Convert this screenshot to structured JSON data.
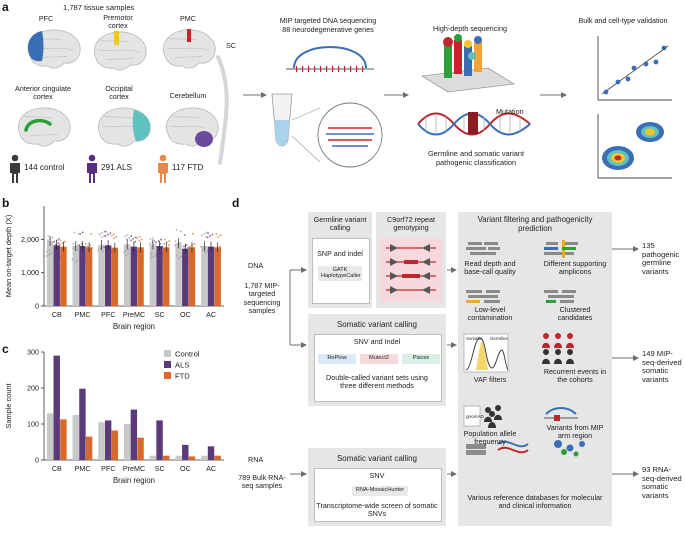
{
  "panels": {
    "a": "a",
    "b": "b",
    "c": "c",
    "d": "d"
  },
  "panel_a": {
    "tissue_samples": "1,787 tissue samples",
    "regions": {
      "pfc": "PFC",
      "premotor": "Premotor cortex",
      "pmc": "PMC",
      "sc": "SC",
      "acc": "Anterior cingulate cortex",
      "oc": "Occipital cortex",
      "cb": "Cerebellum"
    },
    "groups": [
      {
        "label": "144 control",
        "color": "#3a3a3a"
      },
      {
        "label": "291 ALS",
        "color": "#5b2d82"
      },
      {
        "label": "117 FTD",
        "color": "#e8894a"
      }
    ],
    "mip_title": "MIP targeted DNA sequencing",
    "mip_subtitle": "88 neurodegenerative genes",
    "hds_title": "High-depth sequencing",
    "mutation_label": "Mutation",
    "classification": "Germline and somatic variant pathogenic classification",
    "validation_title": "Bulk and cell-type validation",
    "region_colors": {
      "pfc": "#3a6fb5",
      "premotor": "#f2c52a",
      "pmc": "#c0272d",
      "acc": "#2e9e3a",
      "oc": "#5fc2c0",
      "cb": "#6a4a9c"
    }
  },
  "chart_data": [
    {
      "type": "bar",
      "panel": "b",
      "categories": [
        "CB",
        "PMC",
        "PFC",
        "PreMC",
        "SC",
        "OC",
        "AC"
      ],
      "ylabel": "Mean on-target depth (X)",
      "xlabel": "Brain region",
      "ylim": [
        0,
        3000
      ],
      "yticks": [
        0,
        1000,
        2000
      ],
      "series": [
        {
          "values": [
            1950,
            1800,
            1830,
            1850,
            1850,
            1880,
            1800
          ],
          "color": "#c8c8c8"
        },
        {
          "values": [
            1820,
            1800,
            1820,
            1780,
            1800,
            1720,
            1780
          ],
          "color": "#5b3a79"
        },
        {
          "values": [
            1780,
            1760,
            1750,
            1760,
            1760,
            1760,
            1760
          ],
          "color": "#d9692b"
        }
      ]
    },
    {
      "type": "bar",
      "panel": "c",
      "categories": [
        "CB",
        "PMC",
        "PFC",
        "PreMC",
        "SC",
        "OC",
        "AC"
      ],
      "ylabel": "Sample count",
      "xlabel": "Brain region",
      "ylim": [
        0,
        300
      ],
      "yticks": [
        0,
        100,
        200,
        300
      ],
      "legend_position": "top-right",
      "series": [
        {
          "name": "Control",
          "values": [
            130,
            125,
            105,
            100,
            12,
            12,
            12
          ],
          "color": "#c8c8c8"
        },
        {
          "name": "ALS",
          "values": [
            290,
            198,
            110,
            140,
            110,
            42,
            38
          ],
          "color": "#5b3a79"
        },
        {
          "name": "FTD",
          "values": [
            113,
            65,
            82,
            62,
            12,
            10,
            12
          ],
          "color": "#d9692b"
        }
      ]
    }
  ],
  "panel_d": {
    "dna_label": "DNA",
    "dna_samples": "1,787 MIP-targeted sequencing samples",
    "rna_label": "RNA",
    "rna_samples": "789 Bulk RNA-seq samples",
    "germline_title": "Germline variant calling",
    "snp_indel": "SNP and indel",
    "gatk": "GATK HaplotypeCaller",
    "c9_title": "C9orf72 repeat genotyping",
    "somatic_title": "Somatic variant calling",
    "snv_indel": "SNV and Indel",
    "tools": [
      {
        "label": "RePlow",
        "color": "#dbe9f6"
      },
      {
        "label": "Mutect2",
        "color": "#f6d9dc"
      },
      {
        "label": "Pisces",
        "color": "#d8efe4"
      }
    ],
    "double_called": "Double-called variant sets using three different methods",
    "somatic_rna_title": "Somatic variant calling",
    "snv": "SNV",
    "rna_tool": "RNA-MosaicHunter",
    "transcriptome": "Transcriptome-wide screen of somatic SNVs",
    "filter_title": "Variant filtering and pathogenicity prediction",
    "filters": [
      "Read depth and base-call quality",
      "Different supporting amplicons",
      "Low-level contamination",
      "Clustered candidates",
      "VAF filters",
      "Recurrent events in the cohorts",
      "Population allele frequency",
      "Variants from MIP arm region",
      "Various reference databases for molecular and clinical information"
    ],
    "vaf_small_labels": [
      "Somatic",
      "Germline"
    ],
    "gnomad": "gnomAD",
    "outputs": [
      "135 pathogenic germline variants",
      "149 MIP-seq-derived somatic variants",
      "93 RNA-seq-derived somatic variants"
    ]
  }
}
